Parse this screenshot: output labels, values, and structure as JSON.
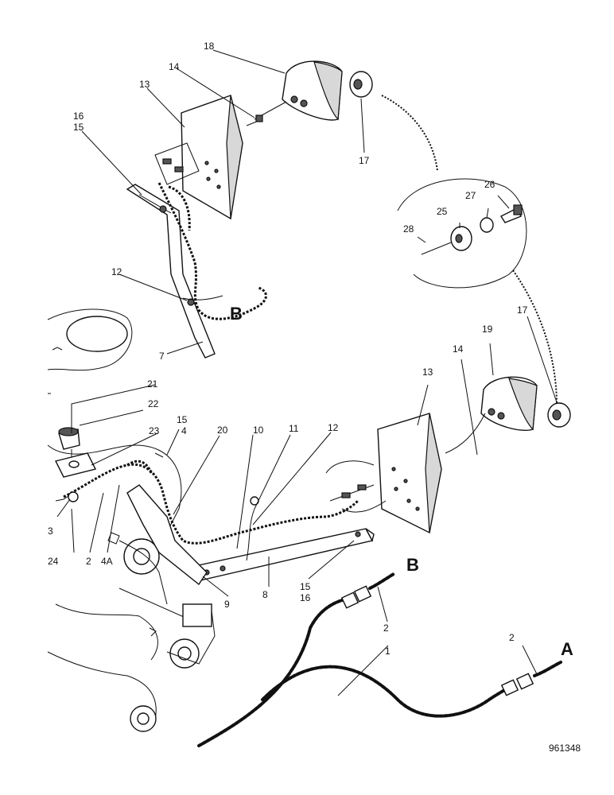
{
  "labels": {
    "l1": "1",
    "l2a": "2",
    "l2b": "2",
    "l2c": "2",
    "l3": "3",
    "l4a": "4",
    "l4A": "4A",
    "l7": "7",
    "l8": "8",
    "l9": "9",
    "l10": "10",
    "l11": "11",
    "l12a": "12",
    "l12b": "12",
    "l13a": "13",
    "l13b": "13",
    "l14a": "14",
    "l14b": "14",
    "l15a": "15",
    "l15b": "15",
    "l15c": "15",
    "l16a": "16",
    "l16b": "16",
    "l17a": "17",
    "l17b": "17",
    "l18": "18",
    "l19": "19",
    "l20": "20",
    "l21": "21",
    "l22": "22",
    "l23": "23",
    "l24": "24",
    "l25": "25",
    "l26": "26",
    "l27": "27",
    "l28": "28",
    "connA": "A",
    "connB1": "B",
    "connB2": "B",
    "figure_ref": "961348"
  }
}
